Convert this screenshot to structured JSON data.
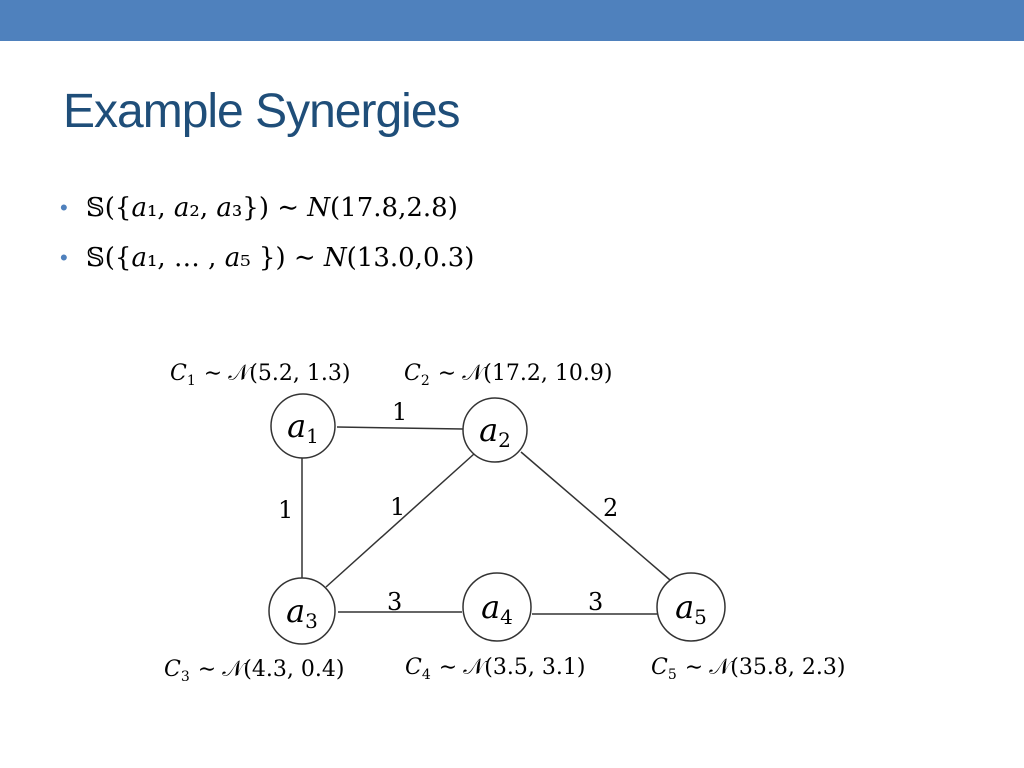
{
  "slide": {
    "title": "Example Synergies",
    "accent_color": "#4f81bd",
    "title_color": "#1f4e79"
  },
  "bullets": [
    {
      "text": "𝕊({𝑎₁, 𝑎₂, 𝑎₃}) ∼ 𝑁(17.8,2.8)"
    },
    {
      "text": "𝕊({𝑎₁, … , 𝑎₅ }) ∼ 𝑁(13.0,0.3)"
    }
  ],
  "diagram": {
    "nodes": [
      {
        "label": "a",
        "sub": "1",
        "cost": {
          "var": "C",
          "sub": "1",
          "dist": "𝒩(5.2, 1.3)"
        }
      },
      {
        "label": "a",
        "sub": "2",
        "cost": {
          "var": "C",
          "sub": "2",
          "dist": "𝒩(17.2, 10.9)"
        }
      },
      {
        "label": "a",
        "sub": "3",
        "cost": {
          "var": "C",
          "sub": "3",
          "dist": "𝒩(4.3, 0.4)"
        }
      },
      {
        "label": "a",
        "sub": "4",
        "cost": {
          "var": "C",
          "sub": "4",
          "dist": "𝒩(3.5, 3.1)"
        }
      },
      {
        "label": "a",
        "sub": "5",
        "cost": {
          "var": "C",
          "sub": "5",
          "dist": "𝒩(35.8, 2.3)"
        }
      }
    ],
    "edges": [
      {
        "from": "a1",
        "to": "a2",
        "weight": "1"
      },
      {
        "from": "a1",
        "to": "a3",
        "weight": "1"
      },
      {
        "from": "a2",
        "to": "a3",
        "weight": "1"
      },
      {
        "from": "a2",
        "to": "a5",
        "weight": "2"
      },
      {
        "from": "a3",
        "to": "a4",
        "weight": "3"
      },
      {
        "from": "a4",
        "to": "a5",
        "weight": "3"
      }
    ],
    "tilde": "∼"
  }
}
